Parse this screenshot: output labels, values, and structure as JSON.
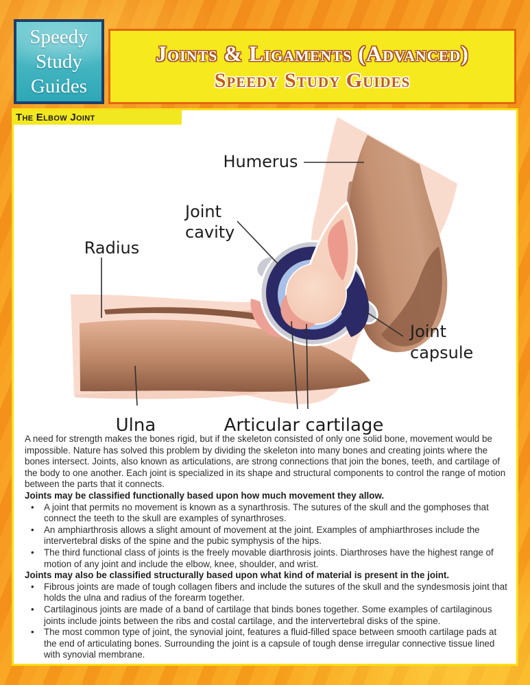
{
  "colors": {
    "page_orange": "#f7941e",
    "title_box_yellow": "#f6e91e",
    "title_box_border": "#e2660f",
    "title_line1_color": "#ffffff",
    "title_line1_outline": "#a8511f",
    "title_line2_color": "#bf5c17",
    "logo_teal": "#49b8c3",
    "logo_border": "#1d3e68",
    "section_tag_yellow": "#f2e822",
    "panel_border_yellow": "#f7e017",
    "diagram_skin": "#f9dbce",
    "diagram_bone_tan": "#c69478",
    "diagram_joint_navy": "#2b2a66",
    "diagram_cartilage_blue": "#a8c0e7",
    "diagram_capsule_gray": "#cbcbd4",
    "diagram_bone_head": "#f6d2c0"
  },
  "header": {
    "logo_lines": [
      "Speedy",
      "Study",
      "Guides"
    ],
    "title_line1": "Joints & Ligaments (Advanced)",
    "title_line2": "Speedy Study Guides"
  },
  "section_tag": "The Elbow Joint",
  "diagram_labels": {
    "humerus": "Humerus",
    "joint_cavity_1": "Joint",
    "joint_cavity_2": "cavity",
    "radius": "Radius",
    "joint_capsule_1": "Joint",
    "joint_capsule_2": "capsule",
    "ulna": "Ulna",
    "articular_cartilage": "Articular cartilage"
  },
  "body": {
    "intro": "A need for strength makes the bones rigid, but if the skeleton consisted of only one solid bone, movement would be impossible. Nature has solved this problem by dividing the skeleton into many bones and creating joints where the bones intersect. Joints, also known as articulations, are strong connections that join the bones, teeth, and cartilage of the body to one another. Each joint is specialized in its shape and structural components to control the range of motion between the parts that it connects.",
    "functional_heading": "Joints may be classified functionally based upon how much movement they allow.",
    "functional_bullets": [
      "A joint that permits no movement is known as a synarthrosis. The sutures of the skull and the gomphoses that connect the teeth to the skull are examples of synarthroses.",
      "An amphiarthrosis allows a slight amount of movement at the joint. Examples of amphiarthroses include the intervertebral disks of the spine and the pubic symphysis of the hips.",
      "The third functional class of joints is the freely movable diarthrosis joints. Diarthroses have the highest range of motion of any joint and include the elbow, knee, shoulder, and wrist."
    ],
    "structural_heading": "Joints may also be classified structurally based upon what kind of material is present in the joint.",
    "structural_bullets": [
      "Fibrous joints are made of tough collagen fibers and include the sutures of the skull and the syndesmosis joint that holds the ulna and radius of the forearm together.",
      "Cartilaginous joints are made of a band of cartilage that binds bones together. Some examples of cartilaginous joints include joints between the ribs and costal cartilage, and the intervertebral disks of the spine.",
      "The most common type of joint, the synovial joint, features a fluid-filled space between smooth cartilage pads at the end of articulating bones. Surrounding the joint is a capsule of tough dense irregular connective tissue lined with synovial membrane."
    ]
  }
}
